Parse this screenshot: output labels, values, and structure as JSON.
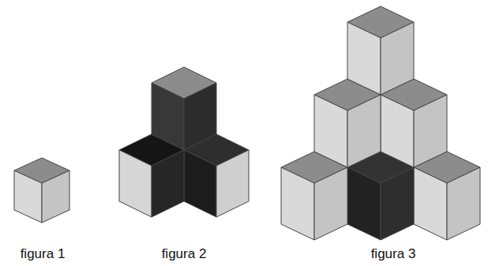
{
  "diagram": {
    "labels": [
      "figura 1",
      "figura 2",
      "figura 3"
    ]
  }
}
